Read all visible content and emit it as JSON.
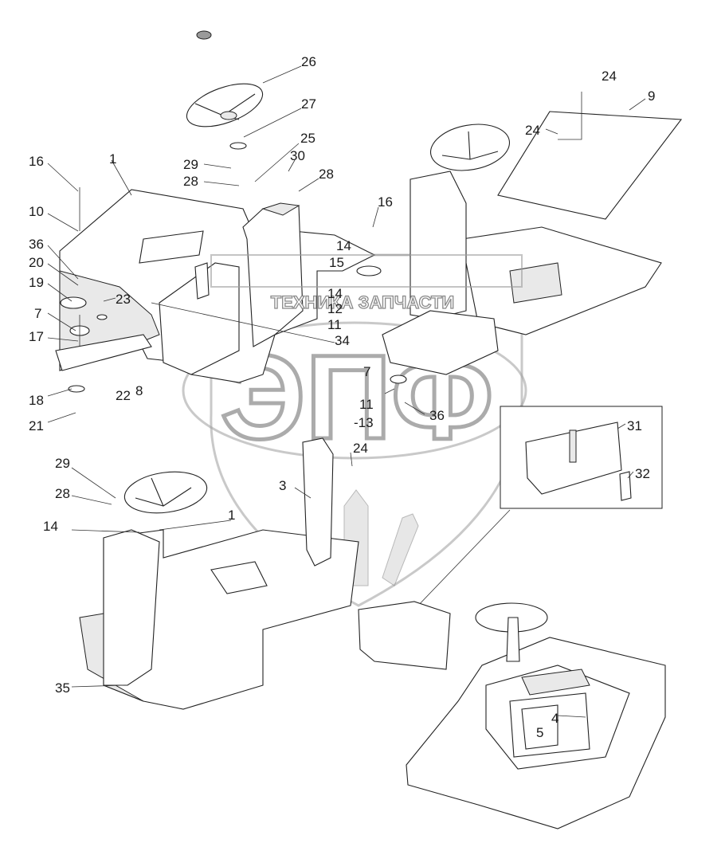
{
  "watermark": {
    "banner_text": "ТЕХНИКА ЗАПЧАСТИ",
    "logo_text": "ЭПФ"
  },
  "callouts": [
    {
      "id": "c26",
      "label": "26"
    },
    {
      "id": "c27",
      "label": "27"
    },
    {
      "id": "c25",
      "label": "25"
    },
    {
      "id": "c30",
      "label": "30"
    },
    {
      "id": "c29a",
      "label": "29"
    },
    {
      "id": "c28a",
      "label": "28"
    },
    {
      "id": "c28b",
      "label": "28"
    },
    {
      "id": "c16a",
      "label": "16"
    },
    {
      "id": "c1a",
      "label": "1"
    },
    {
      "id": "c10",
      "label": "10"
    },
    {
      "id": "c36a",
      "label": "36"
    },
    {
      "id": "c20",
      "label": "20"
    },
    {
      "id": "c19",
      "label": "19"
    },
    {
      "id": "c23",
      "label": "23"
    },
    {
      "id": "c7a",
      "label": "7"
    },
    {
      "id": "c17",
      "label": "17"
    },
    {
      "id": "c22",
      "label": "22"
    },
    {
      "id": "c8",
      "label": "8"
    },
    {
      "id": "c18",
      "label": "18"
    },
    {
      "id": "c21",
      "label": "21"
    },
    {
      "id": "c16b",
      "label": "16"
    },
    {
      "id": "c14a",
      "label": "14"
    },
    {
      "id": "c15",
      "label": "15"
    },
    {
      "id": "c14b",
      "label": "14"
    },
    {
      "id": "c12",
      "label": "12"
    },
    {
      "id": "c11a",
      "label": "11"
    },
    {
      "id": "c34",
      "label": "34"
    },
    {
      "id": "c7b",
      "label": "7"
    },
    {
      "id": "c11b",
      "label": "11"
    },
    {
      "id": "c13",
      "label": "-13"
    },
    {
      "id": "c36b",
      "label": "36"
    },
    {
      "id": "c24a",
      "label": "24"
    },
    {
      "id": "c9",
      "label": "9"
    },
    {
      "id": "c24b",
      "label": "24"
    },
    {
      "id": "c31",
      "label": "31"
    },
    {
      "id": "c32",
      "label": "32"
    },
    {
      "id": "c24c",
      "label": "24"
    },
    {
      "id": "c3",
      "label": "3"
    },
    {
      "id": "c29b",
      "label": "29"
    },
    {
      "id": "c28c",
      "label": "28"
    },
    {
      "id": "c1b",
      "label": "1"
    },
    {
      "id": "c14c",
      "label": "14"
    },
    {
      "id": "c35",
      "label": "35"
    },
    {
      "id": "c4",
      "label": "4"
    },
    {
      "id": "c5",
      "label": "5"
    }
  ]
}
